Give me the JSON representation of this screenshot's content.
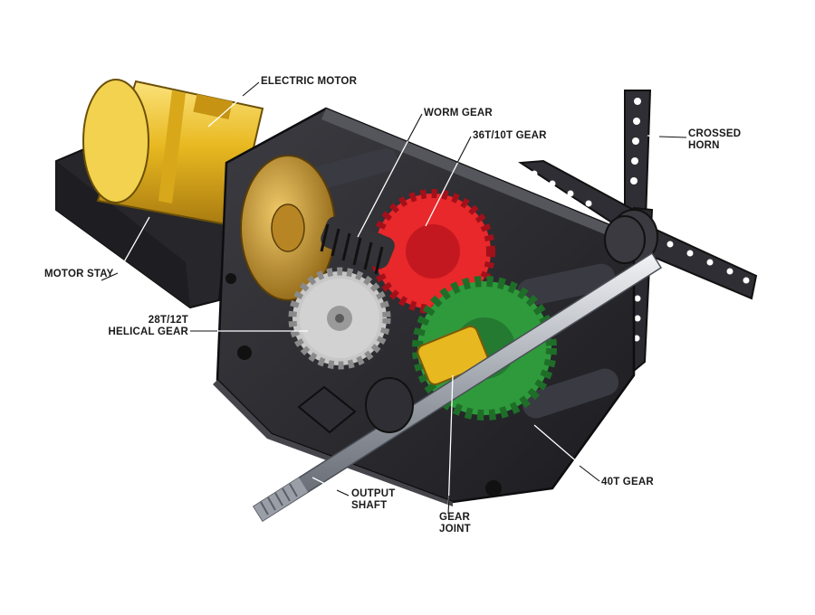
{
  "labels": {
    "electric_motor": [
      "ELECTRIC MOTOR"
    ],
    "worm_gear": [
      "WORM GEAR"
    ],
    "gear_36_10": [
      "36T/10T GEAR"
    ],
    "crossed_horn": [
      "CROSSED",
      "HORN"
    ],
    "motor_stay": [
      "MOTOR STAY"
    ],
    "helical_gear": [
      "28T/12T",
      "HELICAL GEAR"
    ],
    "gear_40": [
      "40T GEAR"
    ],
    "output_shaft": [
      "OUTPUT",
      "SHAFT"
    ],
    "gear_joint": [
      "GEAR",
      "JOINT"
    ]
  },
  "colors": {
    "housing": "#2b2b30",
    "motor_can": "#e8b820",
    "brass": "#c8952a",
    "red_gear": "#e8282a",
    "green_gear": "#2f9a3c",
    "silver_gear": "#c8c8c8",
    "shaft": "#b8bcc4",
    "leader": "#ffffff"
  }
}
